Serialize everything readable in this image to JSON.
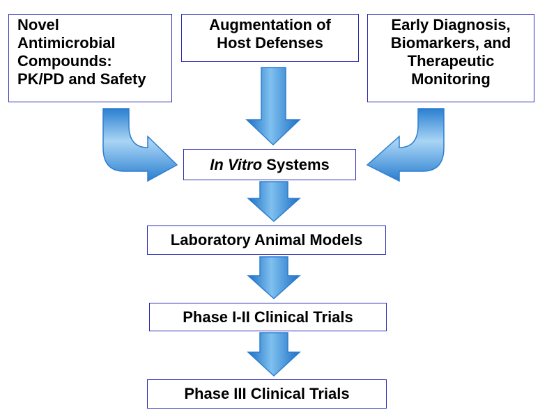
{
  "diagram": {
    "inputs": {
      "novel": "Novel\nAntimicrobial\nCompounds:\nPK/PD and Safety",
      "augmentation": "Augmentation of\nHost Defenses",
      "early": "Early Diagnosis,\nBiomarkers, and\nTherapeutic\nMonitoring"
    },
    "invitro": {
      "italic": "In Vitro",
      "rest": " Systems"
    },
    "pipeline": [
      "Laboratory Animal Models",
      "Phase I-II Clinical Trials",
      "Phase III Clinical Trials"
    ]
  },
  "colors": {
    "border": "#2a2ab5",
    "arrow_light": "#b9dcf6",
    "arrow_mid": "#4fa3e3",
    "arrow_dark": "#1c6fc4",
    "arrow_stroke": "#2e7dd0"
  }
}
